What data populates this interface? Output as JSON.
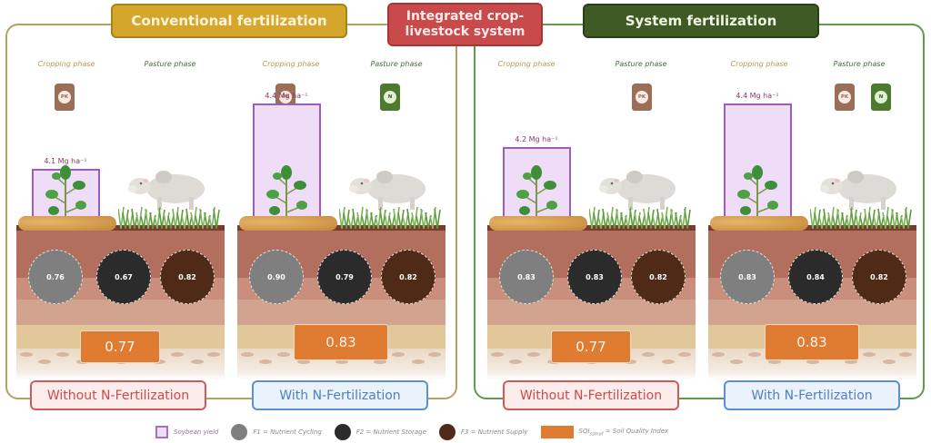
{
  "headers": {
    "left": "Conventional fertilization",
    "center": "Integrated crop-livestock system",
    "right": "System fertilization"
  },
  "colors": {
    "conventional": "#d4a72c",
    "integrated": "#c94a4a",
    "system": "#3f5a24",
    "soybean_yield": "#a472c4",
    "f1": "#7f7f7f",
    "f2": "#2b2b2b",
    "f3": "#4e2a17",
    "sqi": "#e07c31",
    "without_n": "#d35959",
    "with_n": "#5e8fd0"
  },
  "phase_labels": {
    "cropping": "Cropping phase",
    "pasture": "Pasture phase"
  },
  "fertilizer_icons": {
    "pk": "PK",
    "n": "N"
  },
  "scenarios": [
    {
      "system": "Conventional fertilization",
      "condition": "Without N-Fertilization",
      "cropping_phase_fertilizers": [
        "PK"
      ],
      "pasture_phase_fertilizers": [],
      "soybean_yield": "4.1 Mg ha⁻¹",
      "soybean_yield_value": 4.1,
      "f1": "0.76",
      "f2": "0.67",
      "f3": "0.82",
      "sqi": "0.77"
    },
    {
      "system": "Conventional fertilization",
      "condition": "With N-Fertilization",
      "cropping_phase_fertilizers": [
        "PK"
      ],
      "pasture_phase_fertilizers": [
        "N"
      ],
      "soybean_yield": "4.4 Mg ha⁻¹",
      "soybean_yield_value": 4.4,
      "f1": "0.90",
      "f2": "0.79",
      "f3": "0.82",
      "sqi": "0.83"
    },
    {
      "system": "System fertilization",
      "condition": "Without N-Fertilization",
      "cropping_phase_fertilizers": [],
      "pasture_phase_fertilizers": [
        "PK"
      ],
      "soybean_yield": "4.2 Mg ha⁻¹",
      "soybean_yield_value": 4.2,
      "f1": "0.83",
      "f2": "0.83",
      "f3": "0.82",
      "sqi": "0.77"
    },
    {
      "system": "System fertilization",
      "condition": "With N-Fertilization",
      "cropping_phase_fertilizers": [],
      "pasture_phase_fertilizers": [
        "PK",
        "N"
      ],
      "soybean_yield": "4.4 Mg ha⁻¹",
      "soybean_yield_value": 4.4,
      "f1": "0.83",
      "f2": "0.84",
      "f3": "0.82",
      "sqi": "0.83"
    }
  ],
  "legend": {
    "soybean_yield": "Soybean yield",
    "f1": "F1 = Nutrient Cycling",
    "f2": "F2 = Nutrient Storage",
    "f3": "F3 = Nutrient Supply",
    "sqi": "SQI",
    "sqi_sub": "ssmaf",
    "sqi_rest": " = Soil Quality Index"
  }
}
